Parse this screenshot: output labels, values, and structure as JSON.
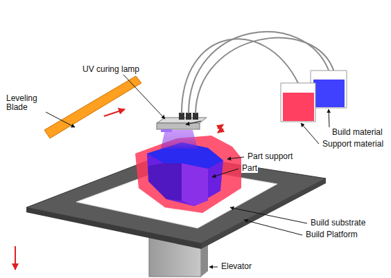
{
  "diagram": {
    "labels": [
      "Leveling Blade",
      "UV curing lamp",
      "Build material",
      "Support material",
      "Part support",
      "Part",
      "Build substrate",
      "Build Platform",
      "Elevator"
    ]
  }
}
